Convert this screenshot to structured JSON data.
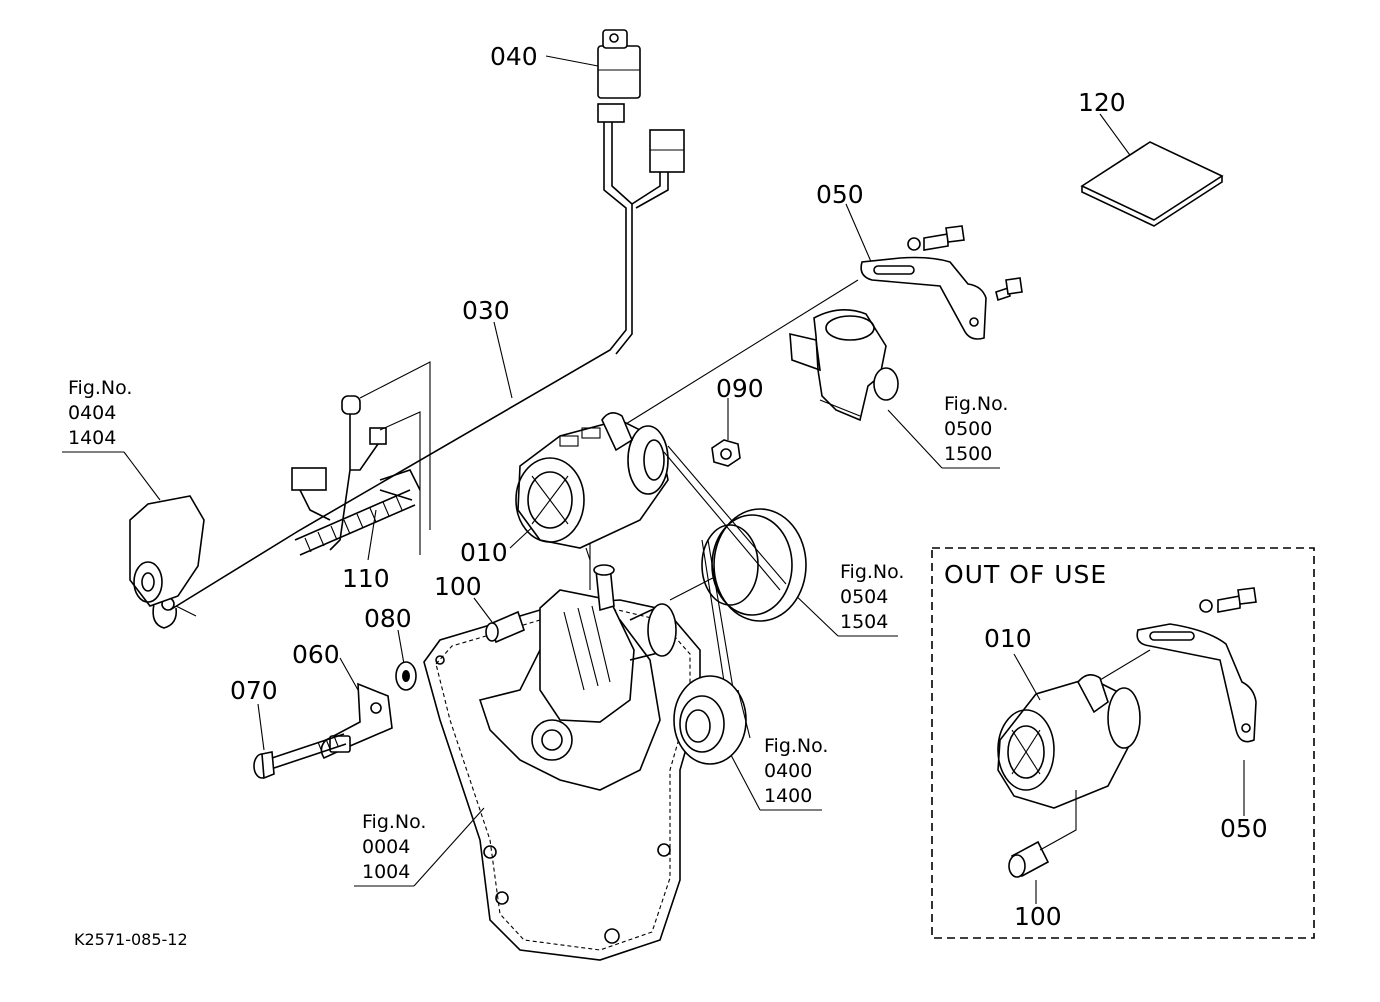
{
  "parts": {
    "p010": "010",
    "p030": "030",
    "p040": "040",
    "p050": "050",
    "p060": "060",
    "p070": "070",
    "p080": "080",
    "p090": "090",
    "p100": "100",
    "p110": "110",
    "p120": "120"
  },
  "fig_refs": {
    "ref_0404": {
      "label": "Fig.No.",
      "line1": "0404",
      "line2": "1404"
    },
    "ref_0500": {
      "label": "Fig.No.",
      "line1": "0500",
      "line2": "1500"
    },
    "ref_0504": {
      "label": "Fig.No.",
      "line1": "0504",
      "line2": "1504"
    },
    "ref_0400": {
      "label": "Fig.No.",
      "line1": "0400",
      "line2": "1400"
    },
    "ref_0004": {
      "label": "Fig.No.",
      "line1": "0004",
      "line2": "1004"
    }
  },
  "out_of_use": {
    "title": "OUT OF USE",
    "p010": "010",
    "p050": "050",
    "p100": "100"
  },
  "drawing_ref": "K2571-085-12"
}
